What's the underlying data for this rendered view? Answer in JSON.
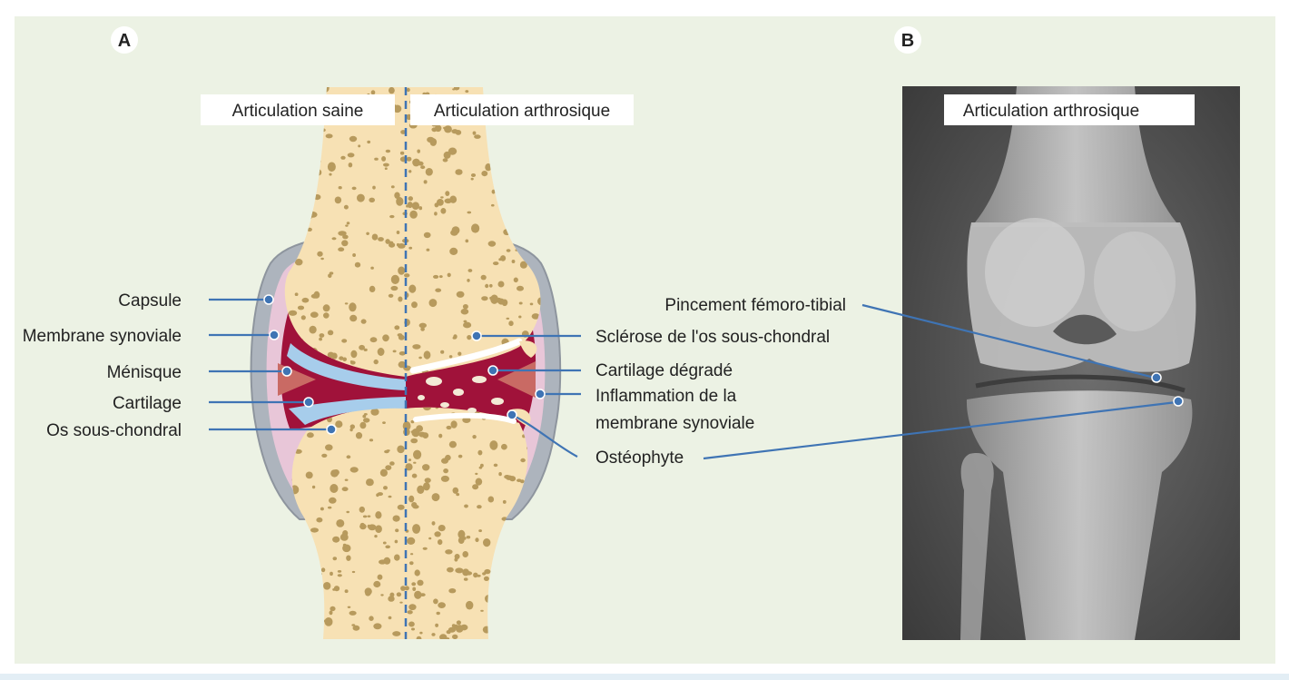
{
  "colors": {
    "background": "#ecf2e4",
    "bone": "#f7e1b4",
    "pore": "#b79a5d",
    "capsule": "#adb4bd",
    "synovial_membrane": "#e8c6d8",
    "fluid_inflammation": "#a0123a",
    "cartilage": "#a7cdeb",
    "meniscus": "#c96a64",
    "leader": "#3f74b4"
  },
  "panel_a": {
    "letter": "A",
    "title_left": "Articulation saine",
    "title_right": "Articulation arthrosique",
    "labels_left": {
      "capsule": "Capsule",
      "synovial": "Membrane synoviale",
      "meniscus": "Ménisque",
      "cartilage": "Cartilage",
      "subchondral": "Os sous-chondral"
    },
    "labels_right": {
      "sclerosis": "Sclérose de l'os sous-chondral",
      "cartilage_degraded": "Cartilage dégradé",
      "inflammation_1": "Inflammation de la",
      "inflammation_2": "membrane synoviale",
      "osteophyte": "Ostéophyte"
    }
  },
  "panel_b": {
    "letter": "B",
    "title": "Articulation arthrosique",
    "label_pinch": "Pincement fémoro-tibial"
  }
}
